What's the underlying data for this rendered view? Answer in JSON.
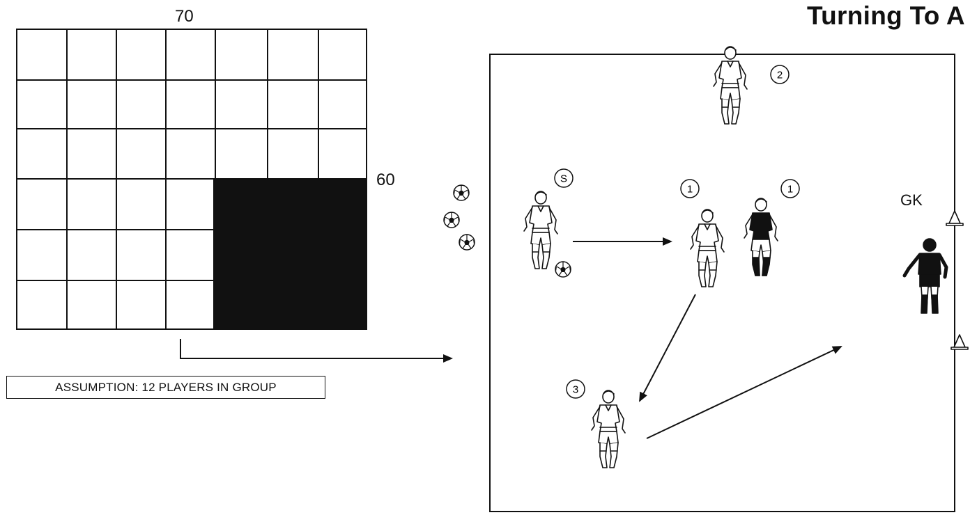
{
  "title": "Turning To A",
  "grid": {
    "width_label": "70",
    "height_label": "60",
    "cols": 7,
    "rows": 6,
    "shaded_cols_from": 4,
    "shaded_rows_from": 3
  },
  "assumption_text": "ASSUMPTION:  12 PLAYERS IN GROUP",
  "goalkeeper_label": "GK",
  "player_markers": [
    "S",
    "1",
    "1",
    "2",
    "3"
  ],
  "icons": [
    "soccer-ball-icon",
    "player-icon",
    "cone-icon",
    "arrow-icon"
  ],
  "colors": {
    "ink": "#111111",
    "shade": "#111111",
    "background": "#ffffff"
  }
}
